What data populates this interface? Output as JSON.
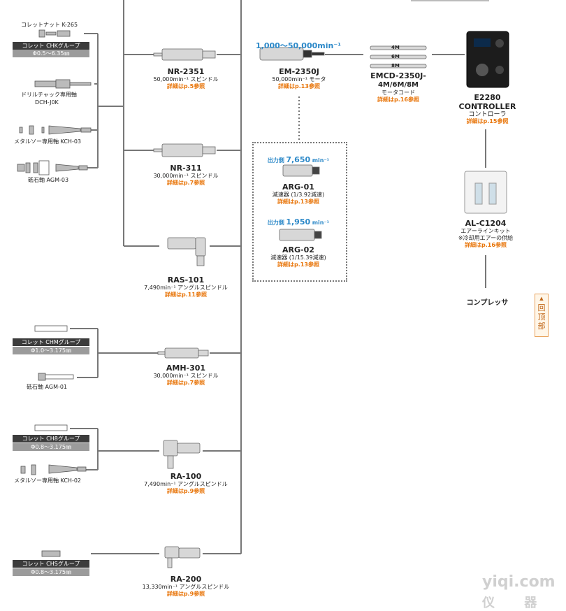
{
  "left_items": {
    "collet_nut": "コレットナット K-265",
    "chk_group": "コレット CHKグループ",
    "chk_range": "Φ0.5〜6.35㎜",
    "drill_chuck_1": "ドリルチャック専用軸",
    "drill_chuck_2": "DCH-J0K",
    "metal_saw_kch03": "メタルソー専用軸 KCH-03",
    "grinding_agm03": "砥石軸 AGM-03",
    "chm_group": "コレット CHMグループ",
    "chm_range": "Φ1.0〜3.175㎜",
    "grinding_agm01": "砥石軸 AGM-01",
    "ch8_group": "コレット CH8グループ",
    "ch8_range": "Φ0.8〜3.175㎜",
    "metal_saw_kch02": "メタルソー専用軸 KCH-02",
    "chs_group": "コレット CHSグループ",
    "chs_range": "Φ0.8〜3.175㎜"
  },
  "spindles": [
    {
      "name": "NR-2351",
      "desc": "50,000min⁻¹ スピンドル",
      "ref": "詳細はp.5参照"
    },
    {
      "name": "NR-311",
      "desc": "30,000min⁻¹ スピンドル",
      "ref": "詳細はp.7参照"
    },
    {
      "name": "RAS-101",
      "desc": "7,490min⁻¹ アングルスピンドル",
      "ref": "詳細はp.11参照"
    },
    {
      "name": "AMH-301",
      "desc": "30,000min⁻¹ スピンドル",
      "ref": "詳細はp.7参照"
    },
    {
      "name": "RA-100",
      "desc": "7,490min⁻¹ アングルスピンドル",
      "ref": "詳細はp.9参照"
    },
    {
      "name": "RA-200",
      "desc": "13,330min⁻¹ アングルスピンドル",
      "ref": "詳細はp.9参照"
    }
  ],
  "motor": {
    "speed": "1,000〜50,000min⁻¹",
    "name": "EM-2350J",
    "desc": "50,000min⁻¹ モータ",
    "ref": "詳細はp.13参照"
  },
  "reducers": [
    {
      "out_prefix": "出力側",
      "out_value": "7,650",
      "out_unit": "min⁻¹",
      "name": "ARG-01",
      "desc": "減速器 (1/3.92減速)",
      "ref": "詳細はp.13参照"
    },
    {
      "out_prefix": "出力側",
      "out_value": "1,950",
      "out_unit": "min⁻¹",
      "name": "ARG-02",
      "desc": "減速器 (1/15.39減速)",
      "ref": "詳細はp.13参照"
    }
  ],
  "cord": {
    "lengths": [
      "4M",
      "6M",
      "8M"
    ],
    "name1": "EMCD-2350J-",
    "name2": "4M/6M/8M",
    "desc": "モータコード",
    "ref": "詳細はp.16参照"
  },
  "controller": {
    "name1": "E2280",
    "name2": "CONTROLLER",
    "desc": "コントローラ",
    "ref": "詳細はp.15参照"
  },
  "airline": {
    "name": "AL-C1204",
    "desc1": "エアーラインキット",
    "desc2": "※冷却用エアーの供給",
    "ref": "詳細はp.16参照"
  },
  "compressor": "コンプレッサ",
  "back_to_top": [
    "▲",
    "回",
    "顶",
    "部"
  ],
  "watermark": {
    "line1": "yiqi.com",
    "line2": "仪 器 网"
  },
  "colors": {
    "line": "#777777",
    "accent": "#e8750a",
    "speed_blue": "#2b88c8",
    "group_dark": "#3c3c3c",
    "group_gray": "#9b9b9b"
  }
}
